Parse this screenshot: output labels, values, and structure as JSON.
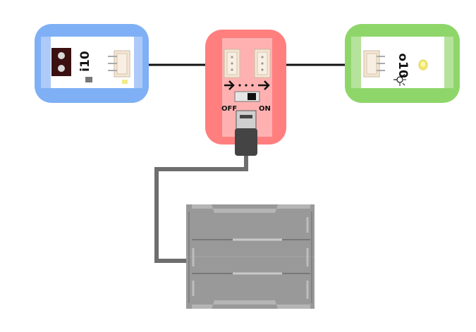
{
  "input_module": {
    "label": "i10",
    "color": "#7fb0f5"
  },
  "power_module": {
    "off_label": "OFF",
    "on_label": "ON",
    "color": "#ff7f7f"
  },
  "output_module": {
    "label": "o10",
    "color": "#8fd66a"
  },
  "battery": {
    "color": "#999999"
  },
  "wire_color": "#111111",
  "cable_color": "#6e6e6e",
  "icons": [
    "light-sensor-icon",
    "led-icon",
    "lightbulb-icon",
    "arrow-icon",
    "switch-icon",
    "usb-plug-icon"
  ]
}
